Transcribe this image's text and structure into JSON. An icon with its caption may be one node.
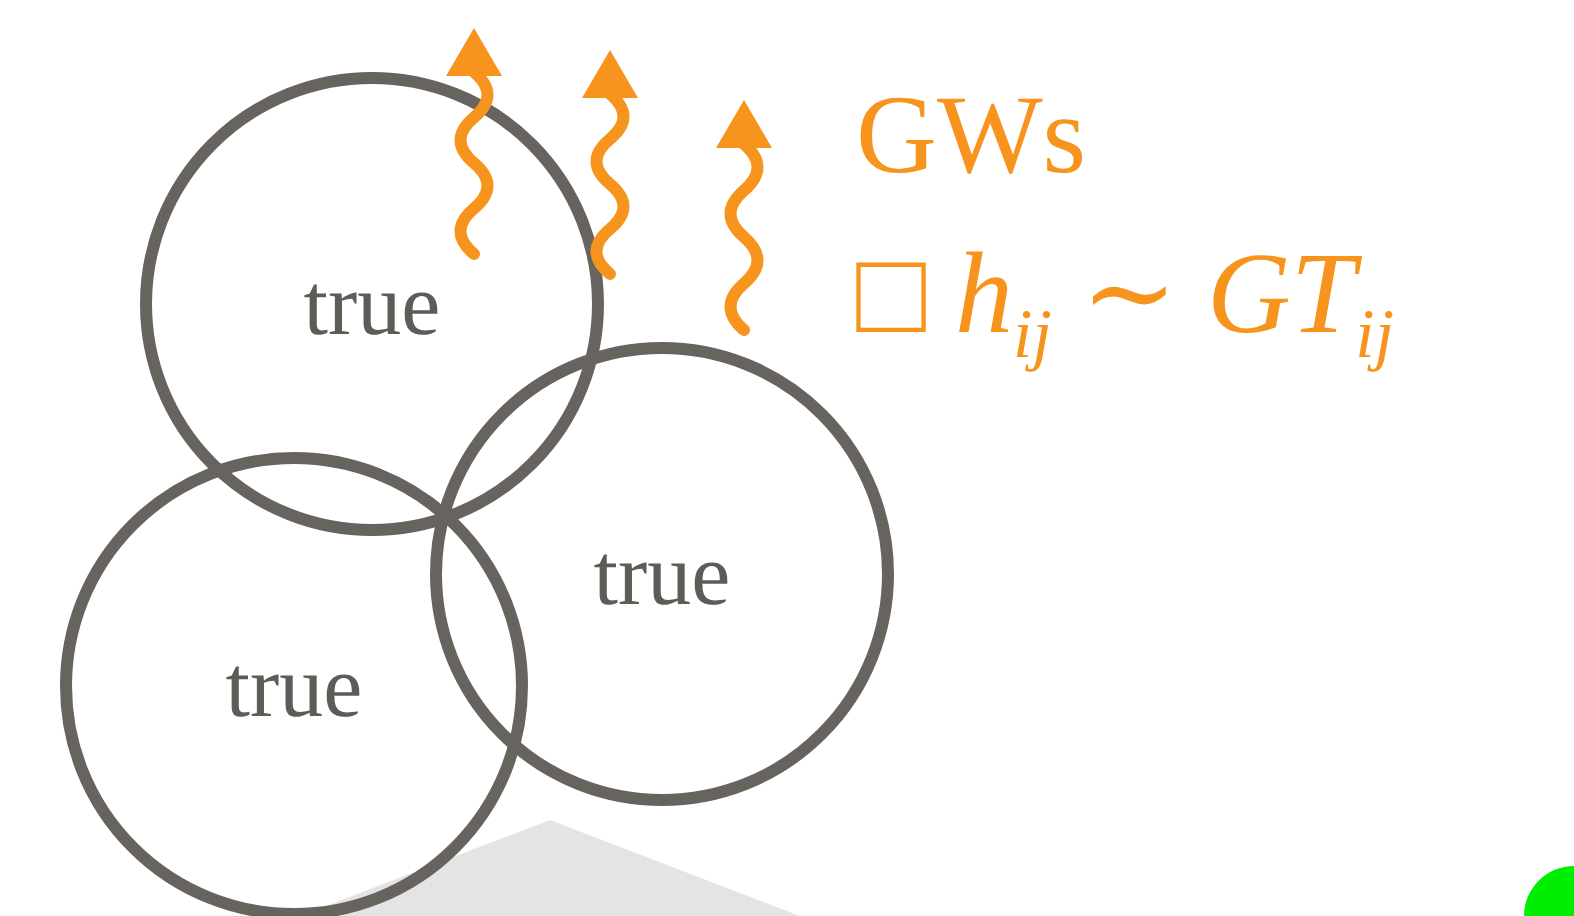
{
  "diagram": {
    "nodes": [
      {
        "text": [
          "true"
        ]
      },
      {
        "text": [
          "true"
        ]
      },
      {
        "text": [
          "true"
        ]
      },
      {
        "text": [],
        "shape": "triangle"
      },
      {
        "text": [],
        "shape": "circle"
      }
    ],
    "labels": [
      "GWs",
      "□ *h*$_{ij}$ ∼ *GT*$_{ij}$"
    ]
  }
}
